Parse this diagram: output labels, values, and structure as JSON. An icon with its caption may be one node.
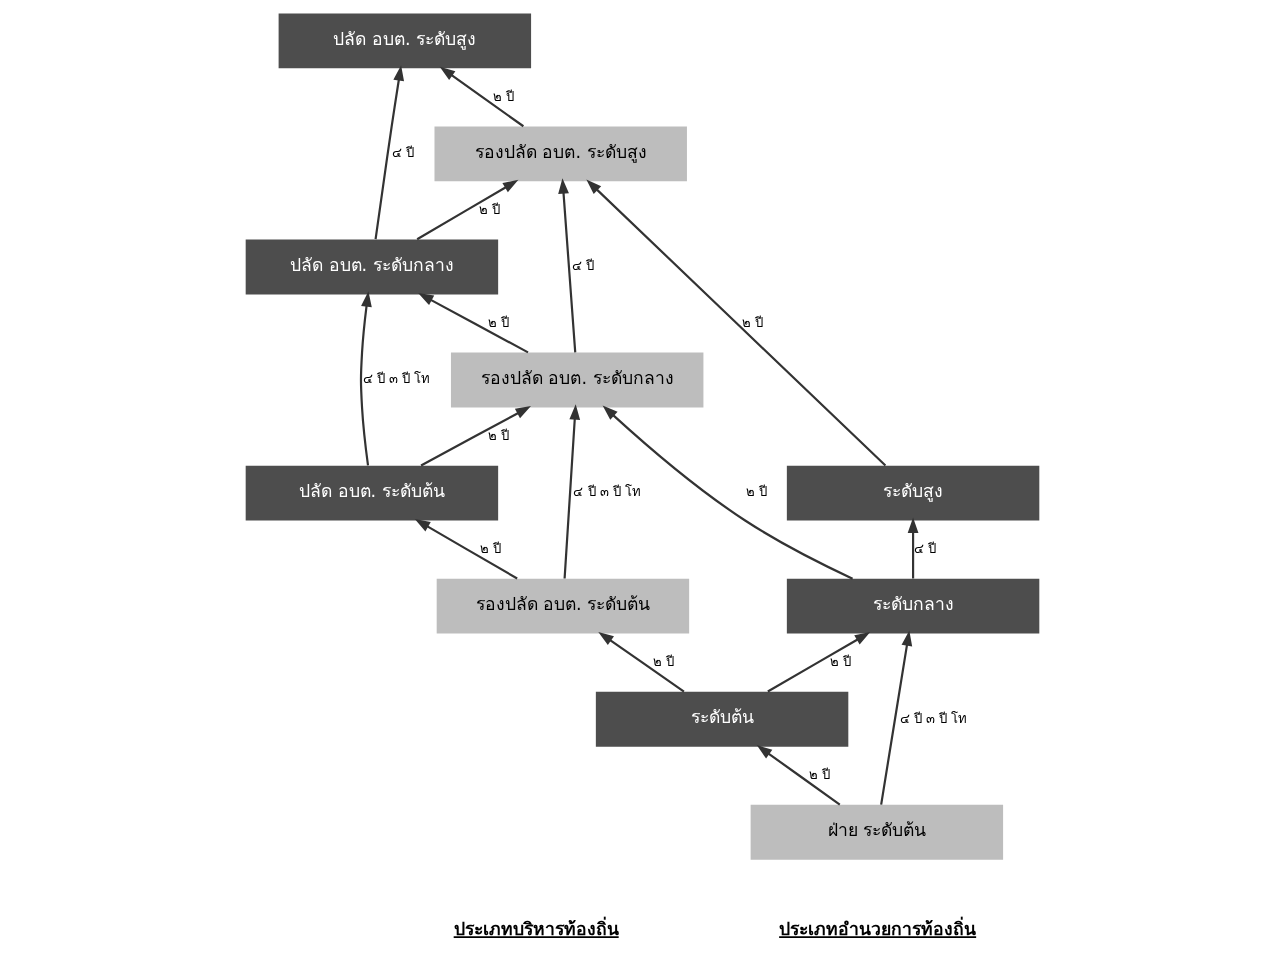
{
  "diagram": {
    "nodes": [
      {
        "text": [
          "ระดับสูง"
        ]
      },
      {
        "text": [
          "ระดับกลาง"
        ]
      },
      {
        "text": [
          "ระดับต้น"
        ]
      },
      {
        "text": [
          "ฝ่าย ระดับต้น"
        ]
      },
      {
        "text": [
          "ปลัด อบต. ระดับสูง"
        ]
      },
      {
        "text": [
          "รองปลัด อบต. ระดับสูง"
        ]
      },
      {
        "text": [
          "ปลัด อบต. ระดับกลาง"
        ]
      },
      {
        "text": [
          "รองปลัด อบต. ระดับกลาง"
        ]
      },
      {
        "text": [
          "ปลัด อบต. ระดับต้น"
        ]
      },
      {
        "text": [
          "รองปลัด อบต. ระดับต้น"
        ]
      }
    ],
    "edges": [
      {
        "from": 3,
        "to": 2,
        "arrow": "to",
        "label": "๒ ปี"
      },
      {
        "from": 2,
        "to": 1,
        "arrow": "to",
        "label": "๒ ปี"
      },
      {
        "from": 1,
        "to": 0,
        "arrow": "to",
        "label": "๔ ปี"
      },
      {
        "from": 3,
        "to": 1,
        "arrow": "to",
        "label": "๔ ปี ๓ ปี โท"
      },
      {
        "from": 0,
        "to": 5,
        "arrow": "to",
        "label": "๒ ปี"
      },
      {
        "from": 1,
        "to": 7,
        "arrow": "to",
        "label": "๒ ปี"
      },
      {
        "from": 2,
        "to": 9,
        "arrow": "to",
        "label": "๒ ปี"
      },
      {
        "from": 9,
        "to": 8,
        "arrow": "to",
        "label": "๒ ปี"
      },
      {
        "from": 8,
        "to": 7,
        "arrow": "to",
        "label": "๒ ปี"
      },
      {
        "from": 7,
        "to": 6,
        "arrow": "to",
        "label": "๒ ปี"
      },
      {
        "from": 6,
        "to": 5,
        "arrow": "to",
        "label": "๒ ปี"
      },
      {
        "from": 5,
        "to": 4,
        "arrow": "to",
        "label": "๒ ปี"
      },
      {
        "from": 6,
        "to": 4,
        "arrow": "to",
        "label": "๔ ปี"
      },
      {
        "from": 8,
        "to": 6,
        "arrow": "to",
        "label": "๔ ปี ๓ ปี โท"
      },
      {
        "from": 7,
        "to": 5,
        "arrow": "to",
        "label": "๔ ปี"
      },
      {
        "from": 9,
        "to": 7,
        "arrow": "to",
        "label": "๔ ปี ๓ ปี โท"
      }
    ],
    "labels": [
      "ประเภทอำนวยการท้องถิ่น",
      "ประเภทบริหารท้องถิ่น"
    ]
  }
}
